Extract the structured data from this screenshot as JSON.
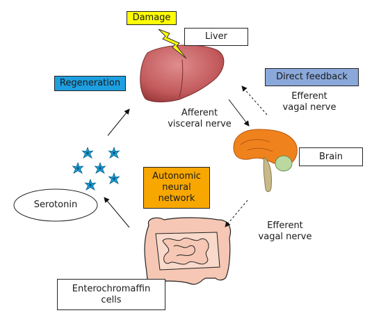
{
  "labels": {
    "damage": "Damage",
    "liver": "Liver",
    "regeneration": "Regeneration",
    "direct_feedback": "Direct feedback",
    "efferent_vagal_top": "Efferent\nvagal nerve",
    "afferent_visceral": "Afferent\nvisceral nerve",
    "brain": "Brain",
    "autonomic_network": "Autonomic\nneural\nnetwork",
    "serotonin": "Serotonin",
    "efferent_vagal_bottom": "Efferent\nvagal nerve",
    "enterochromaffin": "Enterochromaffin\ncells"
  },
  "colors": {
    "damage_bg": "#ffff00",
    "regeneration_bg": "#1e9fe0",
    "direct_feedback_bg": "#8aa9da",
    "autonomic_bg": "#f7a700",
    "liver_fill": "#c25a5c",
    "brain_cortex": "#f0821e",
    "brain_stem": "#c8b98a",
    "cerebellum": "#b9d9a0",
    "serotonin_star": "#1a9ed6",
    "intestine_fill": "#f6c7b4"
  },
  "icons": [
    "lightning-bolt-icon",
    "liver-organ-icon",
    "brain-organ-icon",
    "intestine-organ-icon",
    "serotonin-molecule-icon"
  ]
}
